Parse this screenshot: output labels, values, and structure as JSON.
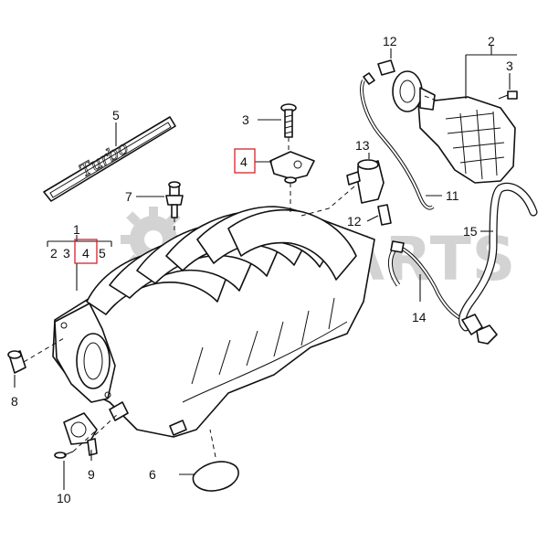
{
  "watermark": {
    "text": "RMPARTS"
  },
  "badge": {
    "text": "Turbo"
  },
  "callouts": {
    "c1": "1",
    "c1_sub": [
      "2",
      "3",
      "4",
      "5"
    ],
    "c2": "2",
    "c3_top": "3",
    "c3_right": "3",
    "c4": "4",
    "c5": "5",
    "c6": "6",
    "c7": "7",
    "c8": "8",
    "c9": "9",
    "c10": "10",
    "c11": "11",
    "c12_top": "12",
    "c12_mid": "12",
    "c13": "13",
    "c14": "14",
    "c15": "15"
  },
  "colors": {
    "highlight": "#d6222a",
    "line": "#111111",
    "watermark": "#cfcfcf"
  }
}
